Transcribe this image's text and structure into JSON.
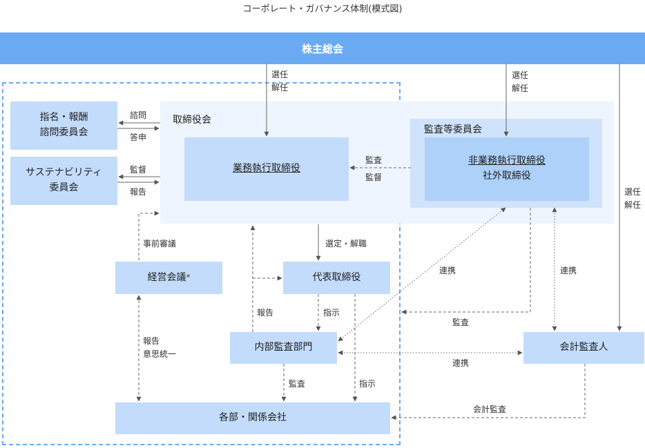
{
  "title": "コーポレート・ガバナンス体制(模式図)",
  "shareholders_meeting": "株主総会",
  "board": {
    "title": "取締役会",
    "executive_directors": "業務執行取締役"
  },
  "audit_committee": {
    "title": "監査等委員会",
    "line1": "非業務執行取締役",
    "line2": "社外取締役"
  },
  "nomination_committee": {
    "line1": "指名・報酬",
    "line2": "諮問委員会"
  },
  "sustainability_committee": {
    "line1": "サステナビリティ",
    "line2": "委員会"
  },
  "management_meeting": {
    "label": "経営会議",
    "note_mark": "※"
  },
  "representative_director": "代表取締役",
  "internal_audit": "内部監査部門",
  "accounting_auditor": "会計監査人",
  "departments": "各部・関係会社",
  "labels": {
    "elect_dismiss_line1": "選任",
    "elect_dismiss_line2": "解任",
    "consult": "諮問",
    "answer": "答申",
    "supervise": "監督",
    "report": "報告",
    "audit": "監査",
    "appoint_dismiss": "選定・解職",
    "prior_deliberation": "事前審議",
    "cooperation": "連携",
    "instruction": "指示",
    "consensus": "意思統一",
    "accounting_audit": "会計監査"
  }
}
